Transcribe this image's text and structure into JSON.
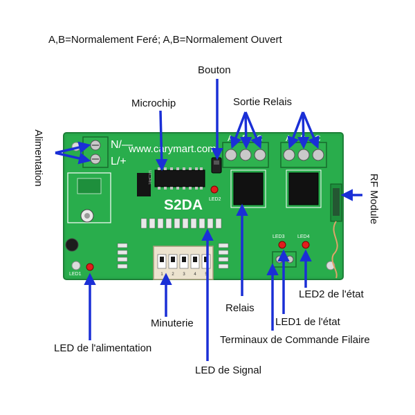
{
  "header": "A,B=Normalement Feré; A,B=Normalement Ouvert",
  "board": {
    "silk_nl": "N/—",
    "silk_lplus": "L/+",
    "silk_url": "www.carymart.com",
    "silk_model": "S2DA",
    "silk_led2": "LED2",
    "silk_led3": "LED3",
    "silk_led4": "LED4",
    "silk_led1": "LED1",
    "silk_a": "A",
    "silk_b": "B",
    "silk_c": "C",
    "chip_mark": "74HC165",
    "dip_digits": [
      "1",
      "2",
      "3",
      "4",
      "5"
    ]
  },
  "labels": {
    "bouton": "Bouton",
    "microchip": "Microchip",
    "sortie_relais": "Sortie Relais",
    "alimentation": "Alimentation",
    "rf_module": "RF Module",
    "relais": "Relais",
    "led2_etat": "LED2  de l'état",
    "led1_etat": "LED1  de l'état",
    "minuterie": "Minuterie",
    "terminaux": "Terminaux de Commande Filaire",
    "led_alim": "LED de l'alimentation",
    "led_signal": "LED de Signal"
  },
  "colors": {
    "arrow": "#1a2fd6",
    "board": "#27a84a",
    "board_dark": "#1e8f3c",
    "terminal": "#2eb24f"
  }
}
